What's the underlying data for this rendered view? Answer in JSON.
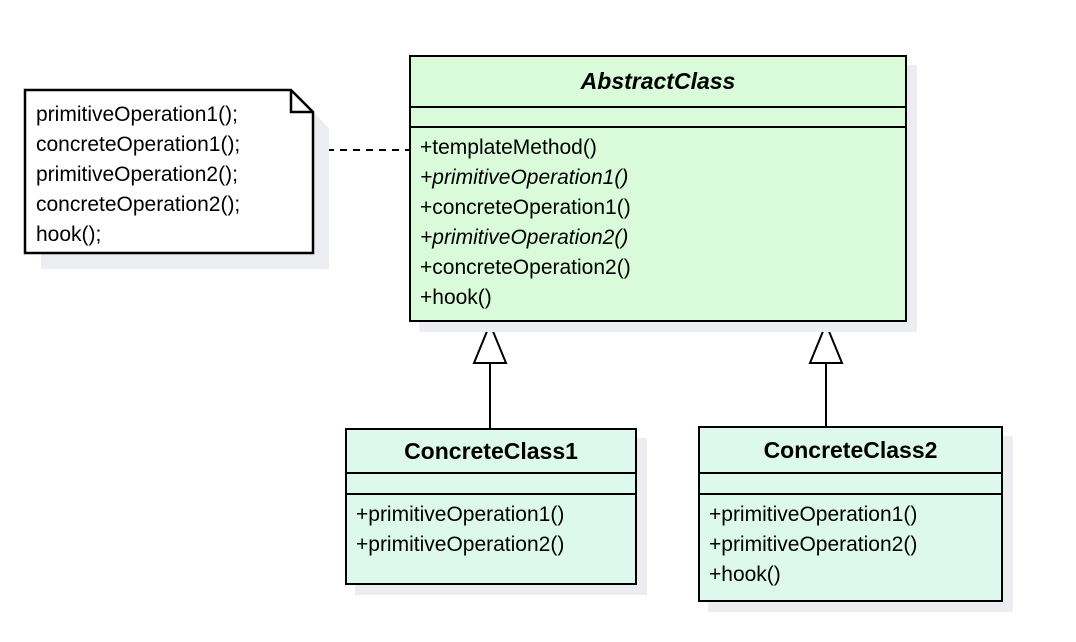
{
  "note": {
    "lines": [
      "primitiveOperation1();",
      "concreteOperation1();",
      "primitiveOperation2();",
      "concreteOperation2();",
      "hook();"
    ]
  },
  "abstract_class": {
    "name": "AbstractClass",
    "methods": [
      {
        "text": "+templateMethod()",
        "abstract": false
      },
      {
        "text": "+primitiveOperation1()",
        "abstract": true
      },
      {
        "text": "+concreteOperation1()",
        "abstract": false
      },
      {
        "text": "+primitiveOperation2()",
        "abstract": true
      },
      {
        "text": "+concreteOperation2()",
        "abstract": false
      },
      {
        "text": "+hook()",
        "abstract": false
      }
    ]
  },
  "concrete_class_1": {
    "name": "ConcreteClass1",
    "methods": [
      {
        "text": "+primitiveOperation1()"
      },
      {
        "text": "+primitiveOperation2()"
      }
    ]
  },
  "concrete_class_2": {
    "name": "ConcreteClass2",
    "methods": [
      {
        "text": "+primitiveOperation1()"
      },
      {
        "text": "+primitiveOperation2()"
      },
      {
        "text": "+hook()"
      }
    ]
  },
  "colors": {
    "abstract_fill": "#d9fbd9",
    "concrete_fill": "#ddf8ec",
    "note_fill": "#ffffff",
    "line": "#000000",
    "shadow": "#ecedf1",
    "background": "#ffffff"
  }
}
